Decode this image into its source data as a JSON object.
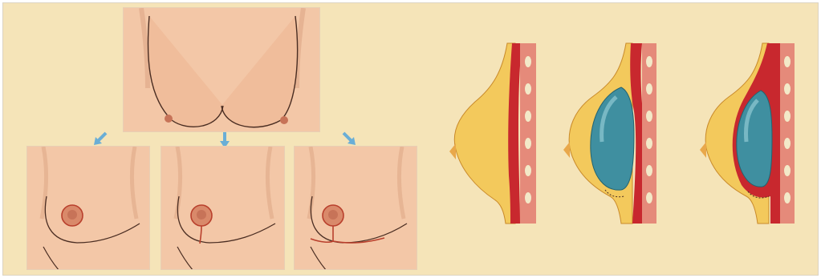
{
  "colors": {
    "background": "#f5e4b8",
    "skin": "#f3c7a7",
    "skin_shadow": "#d99f7f",
    "outline": "#4a2d22",
    "areola": "#d9896a",
    "nipple": "#c77358",
    "incision": "#b9402d",
    "arrow": "#6aaed6",
    "fat": "#f3c95c",
    "muscle": "#c8282e",
    "chest_wall": "#e58a7a",
    "rib": "#f3e9c8",
    "implant": "#3f8fa0",
    "implant_highlight": "#9fd3dc"
  },
  "icons": [
    "down-left-arrow-icon",
    "down-arrow-icon",
    "down-right-arrow-icon"
  ],
  "panels": {
    "preop": "ptotic-breasts-before",
    "incisions": [
      "periareolar-incision",
      "vertical-lollipop-incision",
      "anchor-incision"
    ],
    "profiles": [
      "natural-breast-profile",
      "submuscular-implant-profile",
      "subglandular-implant-profile"
    ]
  }
}
